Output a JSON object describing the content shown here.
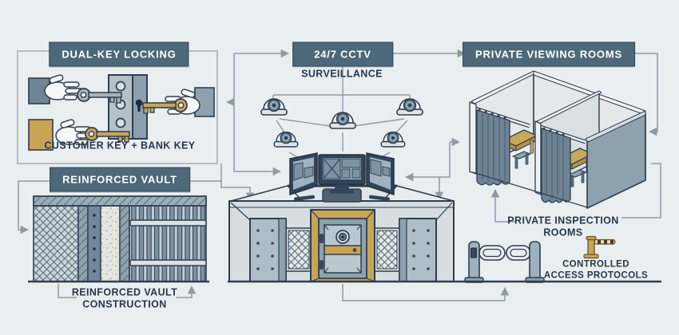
{
  "headers": {
    "dual_key": "DUAL-KEY LOCKING",
    "cctv": "24/7 CCTV",
    "viewing_rooms": "PRIVATE VIEWING ROOMS",
    "reinforced_vault": "REINFORCED VAULT"
  },
  "captions": {
    "surveillance": "SURVEILLANCE",
    "dual_key": "CUSTOMER KEY + BANK KEY",
    "vault_construction": [
      "REINFORCED VAULT",
      "CONSTRUCTION"
    ],
    "inspection_rooms": [
      "PRIVATE INSPECTION",
      "ROOMS"
    ],
    "access_protocols": [
      "CONTROLLED",
      "ACCESS PROTOCOLS"
    ]
  },
  "icons": {
    "cameras": "dome-camera-icon",
    "monitors": "monitor-icon",
    "door": "vault-door-icon",
    "keys": "key-icon",
    "hands": "hand-icon",
    "turnstile": "turnstile-icon",
    "barrier": "barrier-gate-icon",
    "booths": "curtain-booth-icon",
    "wall": "reinforced-wall-icon"
  },
  "colors": {
    "background": "#e9eef1",
    "header_bg": "#4d6879",
    "header_text": "#ffffff",
    "outline": "#2e3e4e",
    "connector": "#8d9ba5",
    "gold": "#c8a455",
    "steel_light": "#cfd9de",
    "steel_mid": "#9fb1bc",
    "steel_dark": "#5d7689",
    "label_text": "#27374a"
  }
}
